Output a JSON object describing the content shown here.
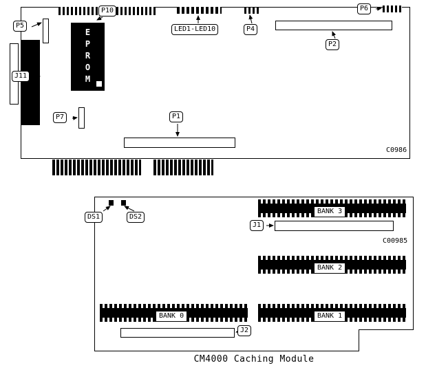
{
  "caption": "CM4000 Caching Module",
  "top_board": {
    "code": "C0986",
    "eprom": "EPROM",
    "callouts": {
      "p5": "P5",
      "p10": "P10",
      "led": "LED1-LED10",
      "p4": "P4",
      "p6": "P6",
      "p2": "P2",
      "j11": "J11",
      "p7": "P7",
      "p1": "P1"
    }
  },
  "bottom_board": {
    "code": "C00985",
    "callouts": {
      "ds1": "DS1",
      "ds2": "DS2",
      "j1": "J1",
      "j2": "J2"
    },
    "banks": {
      "bank0": "BANK 0",
      "bank1": "BANK 1",
      "bank2": "BANK 2",
      "bank3": "BANK 3"
    }
  }
}
